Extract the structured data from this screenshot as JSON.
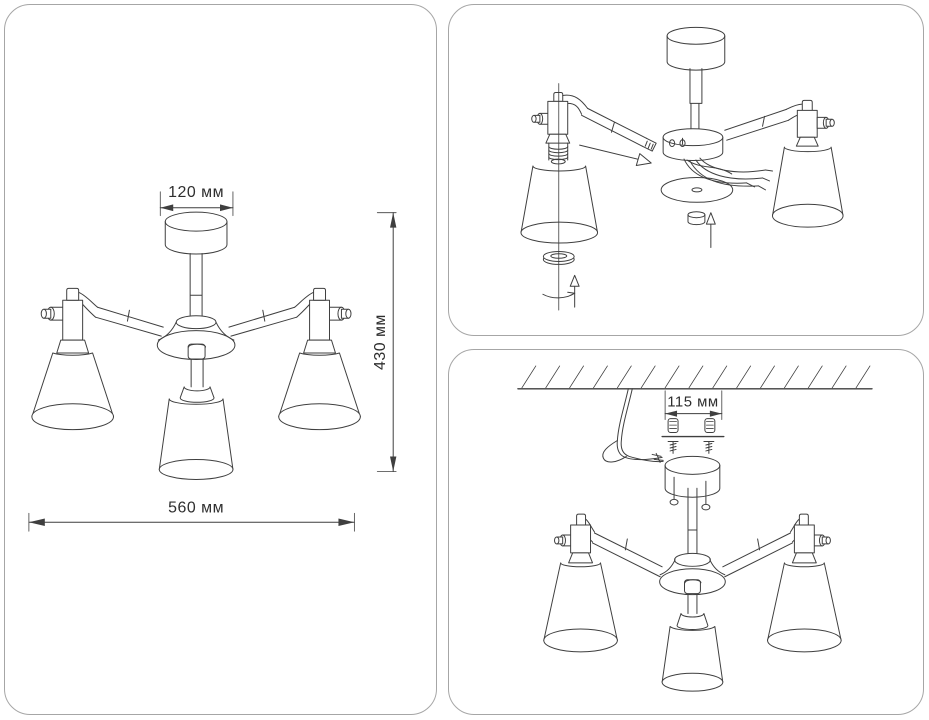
{
  "colors": {
    "background": "#ffffff",
    "panel_border": "#a6a6a6",
    "line": "#3f3f3f",
    "text": "#2e2e2e"
  },
  "panels": {
    "front_view": {
      "name": "chandelier-front-view-with-dimensions",
      "dim_canopy_width": "120 мм",
      "dim_height": "430 мм",
      "dim_total_width": "560 мм"
    },
    "assembly_view": {
      "name": "chandelier-exploded-assembly-view"
    },
    "installation_view": {
      "name": "chandelier-ceiling-installation-view",
      "dim_mount_holes": "115 мм"
    }
  }
}
